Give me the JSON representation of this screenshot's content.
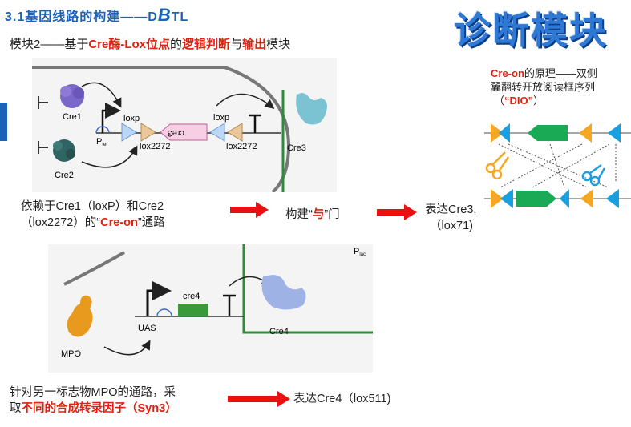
{
  "header": {
    "title": "3.1基因线路的构建——D",
    "title_b": "B",
    "title_end": "TL",
    "big_title": "诊断模块"
  },
  "subtitle": {
    "prefix": "模块2——基于",
    "part1": "Cre酶-Lox位点",
    "mid1": "的",
    "part2": "逻辑判断",
    "mid2": "与",
    "part3": "输出",
    "suffix": "模块"
  },
  "diagram1": {
    "labels": {
      "cre1": "Cre1",
      "cre2": "Cre2",
      "loxp_left": "loxp",
      "loxp_right": "loxp",
      "lox2272_left": "lox2272",
      "lox2272_right": "lox2272",
      "cre3_gene": "cre3",
      "promoter": "P",
      "promoter_sub": "tet",
      "cre3": "Cre3"
    }
  },
  "flow1": {
    "line1": "依赖于Cre1（loxP）和Cre2",
    "line2_a": "（lox2272）的“",
    "line2_b": "Cre-on",
    "line2_c": "”通路",
    "gate_a": "构建“",
    "gate_b": "与",
    "gate_c": "”门",
    "out_line1": "表达Cre3,",
    "out_line2": "（lox71)"
  },
  "diagram2": {
    "labels": {
      "plac": "P",
      "plac_sub": "lac",
      "cre4_gene": "cre4",
      "uas": "UAS",
      "mpo": "MPO",
      "cre4": "Cre4"
    }
  },
  "flow2": {
    "line1": "针对另一标志物MPO的通路，采",
    "line2_a": "取",
    "line2_b": "不同的合成转录因子",
    "line2_c": "（Syn3）",
    "out": "表达Cre4（lox511)"
  },
  "dio": {
    "title_a": "Cre-on",
    "title_b": "的原理——双侧",
    "line2": "翼翻转开放阅读框序列",
    "line3_a": "（",
    "line3_b": "“DIO”",
    "line3_c": "）"
  },
  "colors": {
    "accent_blue": "#1c63b7",
    "title_blue": "#2e78d6",
    "highlight_red": "#e02010",
    "lox_orange": "#f5a623",
    "lox_blue": "#1a9fe0",
    "orf_green": "#1aaa55",
    "cre4_gene_green": "#3a9a3a"
  }
}
